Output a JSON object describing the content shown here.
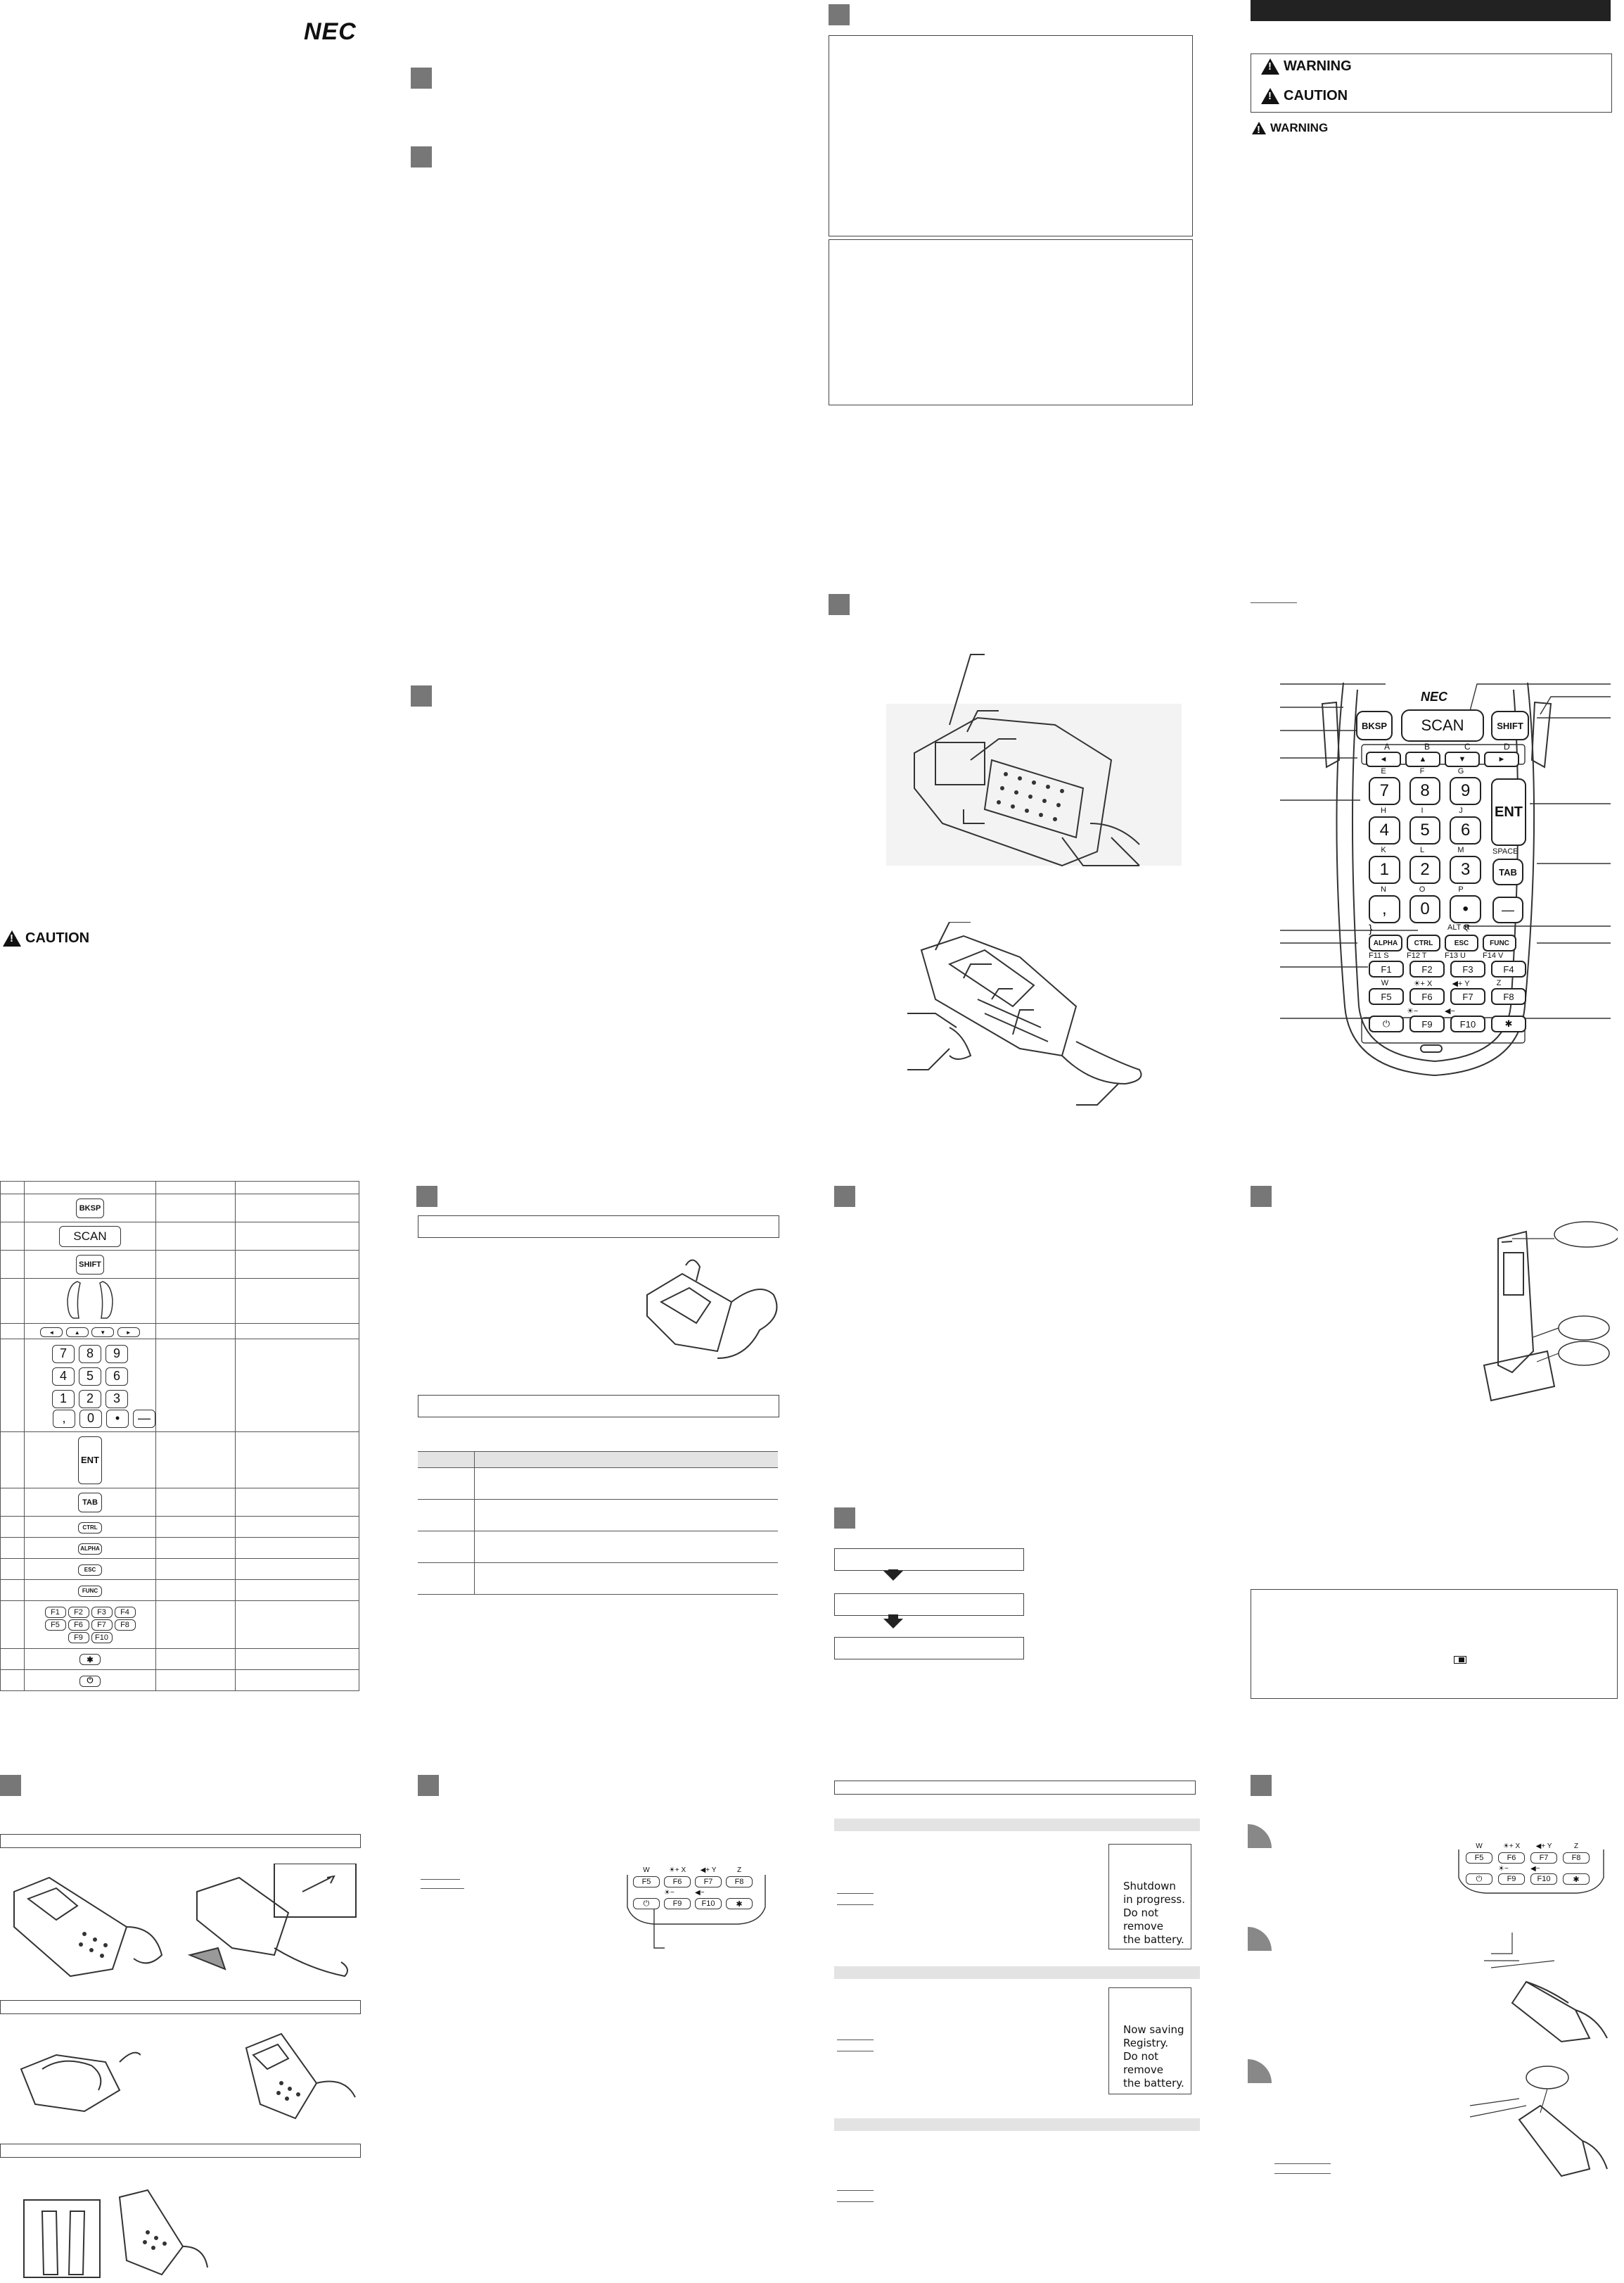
{
  "brand": {
    "logo_text": "NEC"
  },
  "warnings": {
    "warning_label": "WARNING",
    "caution_label": "CAUTION",
    "caution_label_left": "CAUTION"
  },
  "keypad": {
    "top_keys": [
      "BKSP",
      "SCAN",
      "SHIFT"
    ],
    "letters_row1": [
      "A",
      "B",
      "C",
      "D"
    ],
    "digit_rows": [
      {
        "hints": [
          "E",
          "F",
          "G"
        ],
        "keys": [
          "7",
          "8",
          "9"
        ]
      },
      {
        "hints": [
          "H",
          "I",
          "J"
        ],
        "keys": [
          "4",
          "5",
          "6"
        ]
      },
      {
        "hints": [
          "K",
          "L",
          "M"
        ],
        "keys": [
          "1",
          "2",
          "3"
        ]
      },
      {
        "hints": [
          "N",
          "O",
          "P"
        ],
        "keys": [
          ",",
          "0",
          "•"
        ]
      }
    ],
    "ent": "ENT",
    "space": "SPACE",
    "tab": "TAB",
    "dash": "—",
    "alt": "ALT",
    "mod_hints": [
      "Q",
      "R"
    ],
    "mod_keys": [
      "ALPHA",
      "CTRL",
      "ESC",
      "FUNC"
    ],
    "fn_hints_1": [
      "F11 S",
      "F12 T",
      "F13 U",
      "F14 V"
    ],
    "fn_keys_1": [
      "F1",
      "F2",
      "F3",
      "F4"
    ],
    "fn_hints_2": [
      "W",
      "☀+ X",
      "◀+ Y",
      "Z"
    ],
    "fn_keys_2": [
      "F5",
      "F6",
      "F7",
      "F8"
    ],
    "fn_hints_3": [
      "☀−",
      "◀−"
    ],
    "fn_keys_3": [
      "F9",
      "F10"
    ],
    "power": "⏻",
    "asterisk": "✱"
  },
  "key_table": {
    "rows": [
      {
        "keys": [
          "BKSP"
        ]
      },
      {
        "keys": [
          "SCAN"
        ]
      },
      {
        "keys": [
          "SHIFT"
        ]
      },
      {
        "keys": [
          "side triggers"
        ]
      },
      {
        "keys": [
          "◄",
          "▲",
          "▼",
          "►"
        ]
      },
      {
        "keys": [
          "7",
          "8",
          "9",
          "4",
          "5",
          "6",
          "1",
          "2",
          "3",
          ",",
          "0",
          "•",
          "—"
        ]
      },
      {
        "keys": [
          "ENT"
        ]
      },
      {
        "keys": [
          "TAB"
        ]
      },
      {
        "keys": [
          "CTRL"
        ]
      },
      {
        "keys": [
          "ALPHA"
        ]
      },
      {
        "keys": [
          "ESC"
        ]
      },
      {
        "keys": [
          "FUNC"
        ]
      },
      {
        "keys": [
          "F1",
          "F2",
          "F3",
          "F4",
          "F5",
          "F6",
          "F7",
          "F8",
          "F9",
          "F10"
        ]
      },
      {
        "keys": [
          "✱"
        ]
      },
      {
        "keys": [
          "⏻"
        ]
      }
    ]
  },
  "screens": {
    "shutdown": [
      "Shutdown",
      "in progress.",
      "Do not remove",
      "the battery."
    ],
    "registry": [
      "Now saving",
      "Registry.",
      "Do not remove",
      "the battery."
    ]
  },
  "colors": {
    "section_marker": "#777777",
    "header_bar": "#222222",
    "gray_band": "#e3e3e3"
  }
}
